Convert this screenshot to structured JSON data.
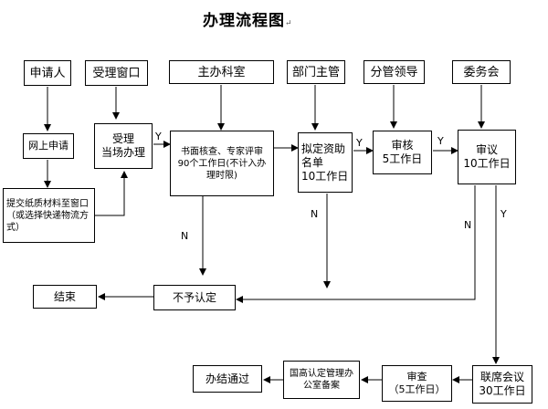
{
  "title": "办理流程图",
  "para_mark": "↵",
  "roles": {
    "applicant": "申请人",
    "reception": "受理窗口",
    "sponsor": "主办科室",
    "dept_head": "部门主管",
    "leader": "分管领导",
    "committee": "委务会"
  },
  "steps": {
    "online_apply": "网上申请",
    "submit_paper": "提交纸质材料至窗口（或选择快递物流方式）",
    "accept": "受理\n当场办理",
    "review": "书面核查、专家评审\n90个工作日(不计入办理时限)",
    "draft_list": "拟定资助名单\n10工作日",
    "audit_leader": "审核\n5工作日",
    "deliberate": "审议\n10工作日",
    "reject": "不予认定",
    "end": "结束",
    "joint_meeting": "联席会议\n30工作日",
    "audit_5": "审查\n（5工作日）",
    "filing": "国高认定管理办公室备案",
    "approved": "办结通过"
  },
  "labels": {
    "yes": "Y",
    "no": "N"
  }
}
